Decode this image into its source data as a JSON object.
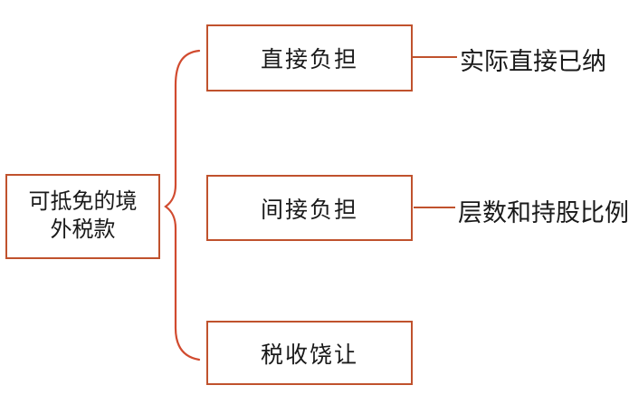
{
  "diagram": {
    "background_color": "#ffffff",
    "box_border_color": "#c0522d",
    "brace_color": "#d14b2f",
    "connector_color": "#c0522d",
    "text_color": "#1a1a1a",
    "root": {
      "label": "可抵免的境\n外税款"
    },
    "branches": [
      {
        "label": "直接负担",
        "annotation": "实际直接已纳"
      },
      {
        "label": "间接负担",
        "annotation": "层数和持股比例"
      },
      {
        "label": "税收饶让",
        "annotation": ""
      }
    ]
  }
}
